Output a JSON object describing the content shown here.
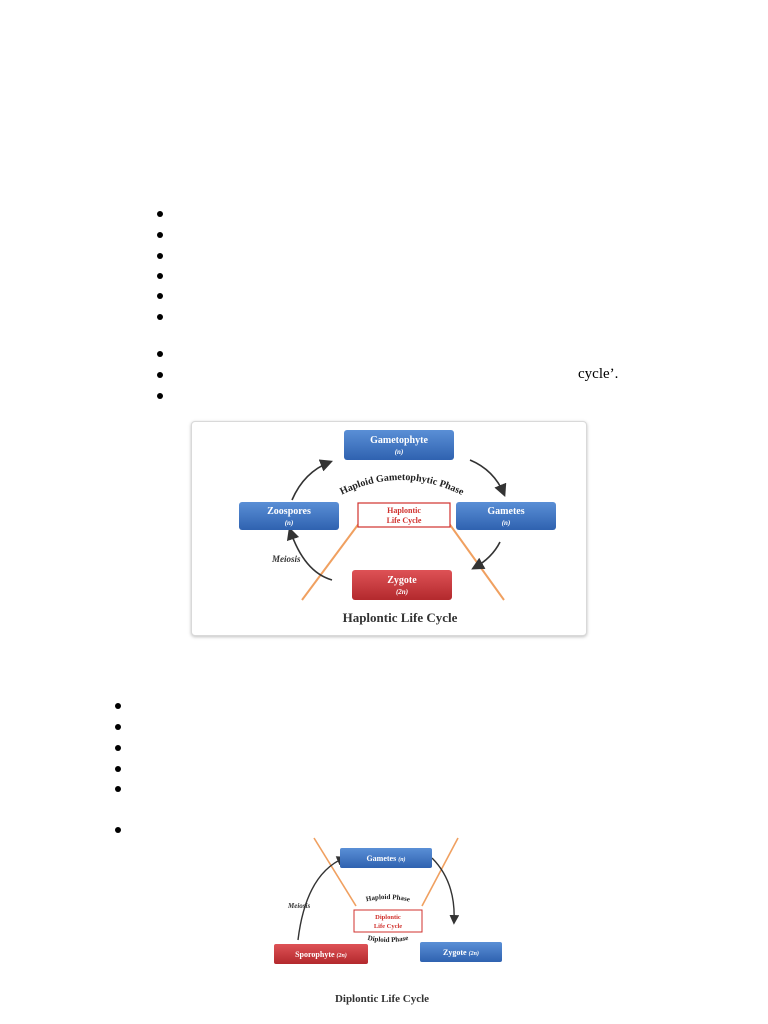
{
  "text_fragments": {
    "trailing_text": "cycle’."
  },
  "colors": {
    "blue_box": "#3b73c4",
    "red_box": "#c7363a",
    "label_red": "#d0312d",
    "orange_line": "#f0a060",
    "arrow": "#333333"
  },
  "figure1": {
    "title": "Haplontic Life Cycle",
    "gametophyte": {
      "label": "Gametophyte",
      "ploidy": "(n)"
    },
    "zoospores": {
      "label": "Zoospores",
      "ploidy": "(n)"
    },
    "gametes": {
      "label": "Gametes",
      "ploidy": "(n)"
    },
    "zygote": {
      "label": "Zygote",
      "ploidy": "(2n)"
    },
    "phase_label": "Haploid Gametophytic Phase",
    "center_label_line1": "Haplontic",
    "center_label_line2": "Life Cycle",
    "meiosis_label": "Meiosis"
  },
  "figure2": {
    "title": "Diplontic Life Cycle",
    "gametes": {
      "label": "Gametes",
      "ploidy": "(n)"
    },
    "sporophyte": {
      "label": "Sporophyte",
      "ploidy": "(2n)"
    },
    "zygote": {
      "label": "Zygote",
      "ploidy": "(2n)"
    },
    "haploid_phase": "Haploid Phase",
    "diploid_phase": "Diploid Phase",
    "center_label_line1": "Diplontic",
    "center_label_line2": "Life Cycle",
    "meiosis_label": "Meiosis"
  }
}
